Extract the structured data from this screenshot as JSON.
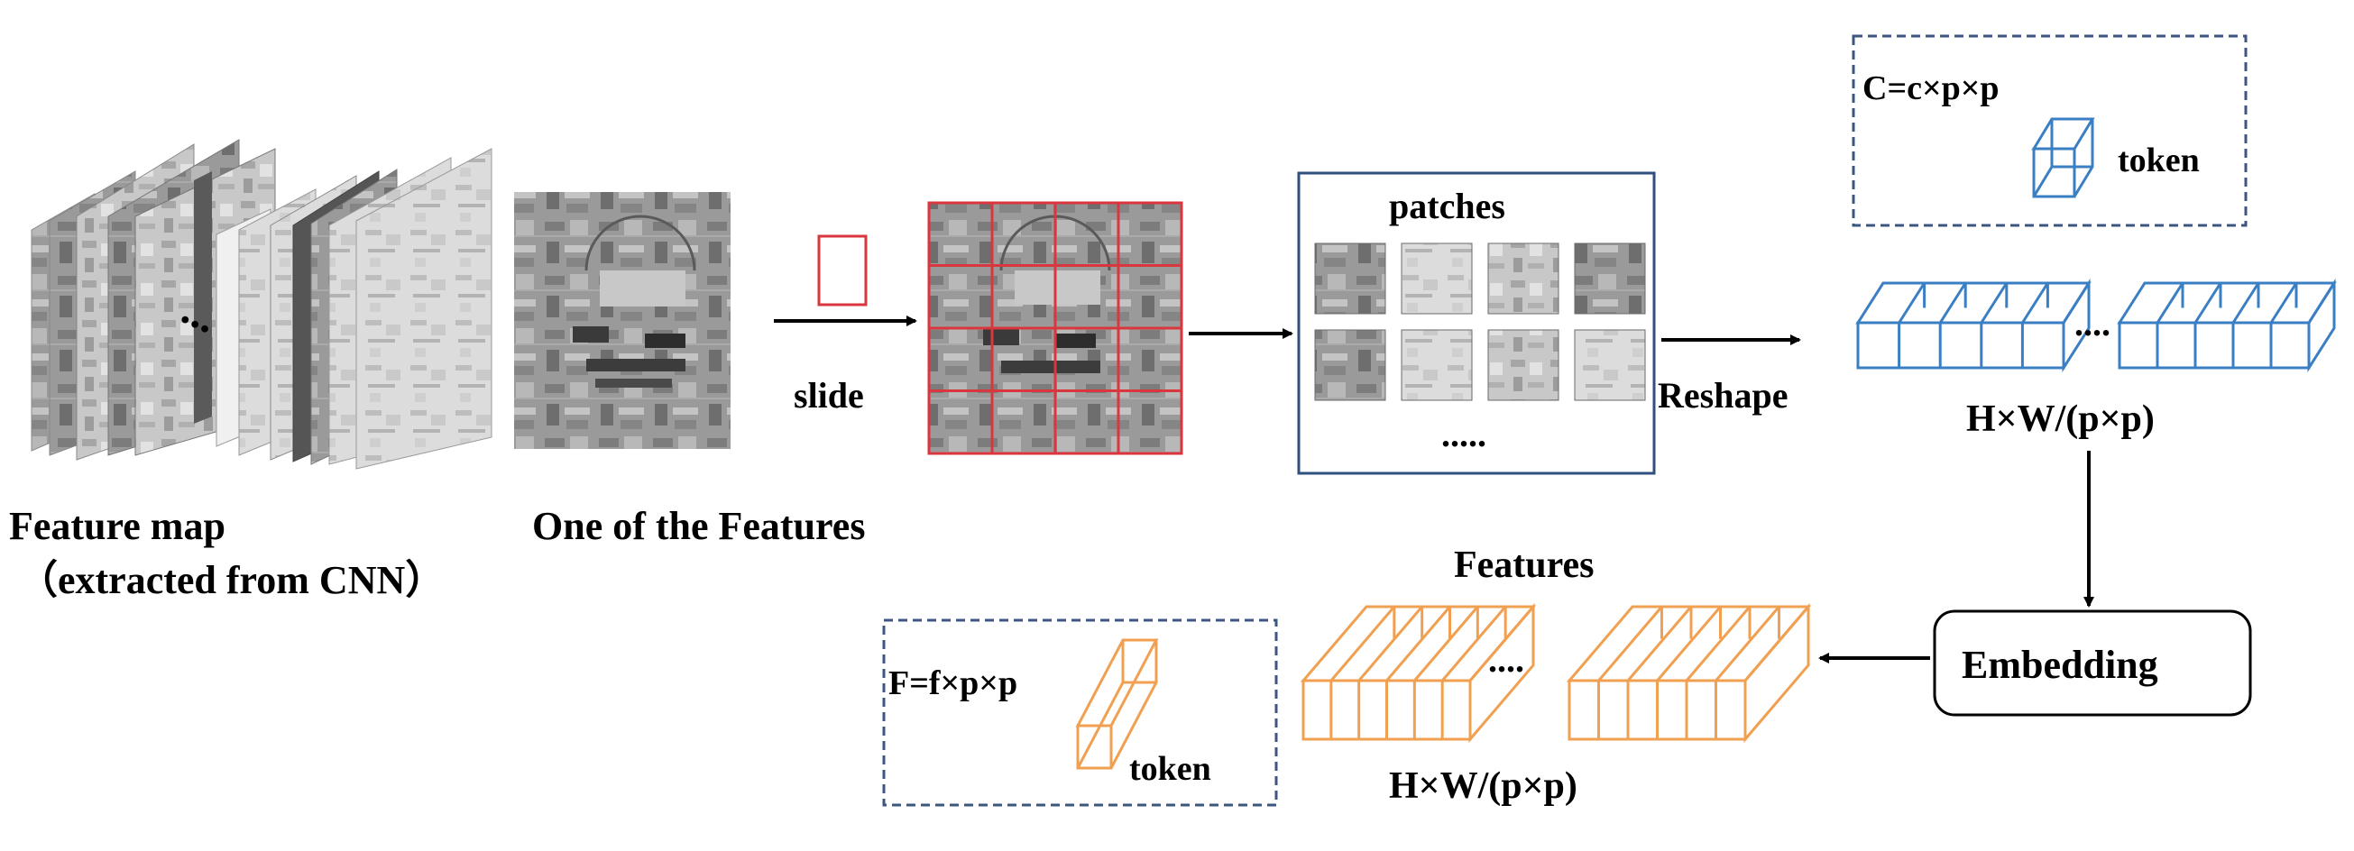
{
  "labels": {
    "feature_map": "Feature map",
    "extracted": "（extracted from CNN）",
    "one_feature": "One of the Features",
    "slide": "slide",
    "patches": "patches",
    "patch_dots": ".....",
    "reshape": "Reshape",
    "c_formula": "C=c×p×p",
    "token_blue": "token",
    "hw_top": "H×W/(p×p)",
    "embedding": "Embedding",
    "features": "Features",
    "f_formula": "F=f×p×p",
    "token_orange": "token",
    "hw_bottom": "H×W/(p×p)",
    "ellipsis_blue": "....",
    "ellipsis_orange": "....",
    "stack_dots": "..."
  },
  "colors": {
    "blue_token": "#3a7fc4",
    "orange_token": "#f0a050",
    "grid_red": "#d9363e",
    "patch_box": "#2f4f7f",
    "dashed_box": "#3b5680",
    "arrow": "#000000"
  }
}
